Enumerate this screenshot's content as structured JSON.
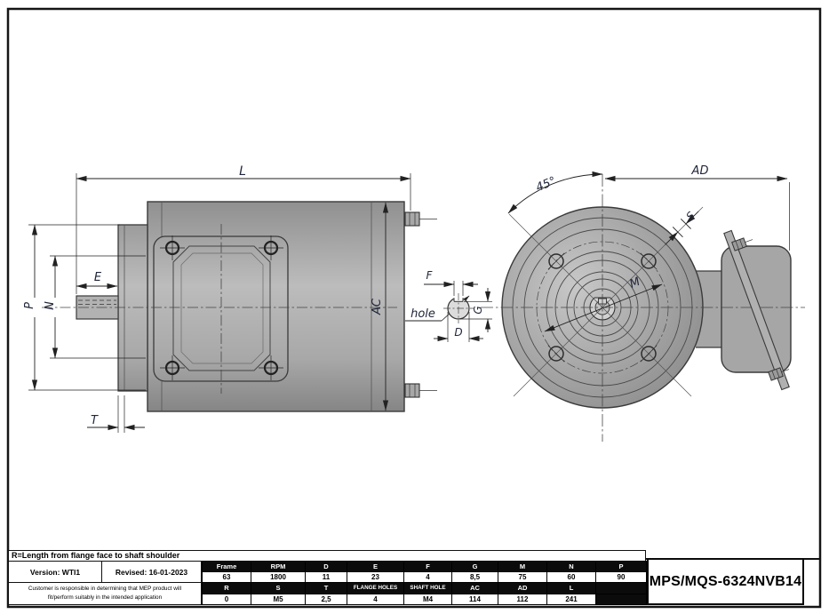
{
  "drawing": {
    "part_number": "MPS/MQS-6324NVB14",
    "note": "R=Length from flange face to shaft shoulder",
    "version_label": "Version: WTI1",
    "revised_label": "Revised: 16-01-2023",
    "disclaimer_line1": "Customer is responsible in determining that MEP product will",
    "disclaimer_line2": "fit/perform suitably in the intended application"
  },
  "labels": {
    "L": "L",
    "E": "E",
    "P": "P",
    "N": "N",
    "T": "T",
    "AC": "AC",
    "hole": "hole",
    "F": "F",
    "G": "G",
    "D": "D",
    "angle45": "45°",
    "AD": "AD",
    "S": "S",
    "M": "M"
  },
  "spec_table": {
    "row1_headers": [
      "Frame",
      "RPM",
      "D",
      "E",
      "F",
      "G",
      "M",
      "N",
      "P"
    ],
    "row1_values": [
      "63",
      "1800",
      "11",
      "23",
      "4",
      "8,5",
      "75",
      "60",
      "90"
    ],
    "row2_headers": [
      "R",
      "S",
      "T",
      "FLANGE HOLES",
      "SHAFT HOLE",
      "AC",
      "AD",
      "L",
      ""
    ],
    "row2_values": [
      "0",
      "M5",
      "2,5",
      "4",
      "M4",
      "114",
      "112",
      "241",
      ""
    ]
  },
  "colors": {
    "line": "#3a3a3a",
    "dim_text": "#20263a",
    "body_mid": "#bcbcbc",
    "body_edge": "#8a8a8a"
  }
}
